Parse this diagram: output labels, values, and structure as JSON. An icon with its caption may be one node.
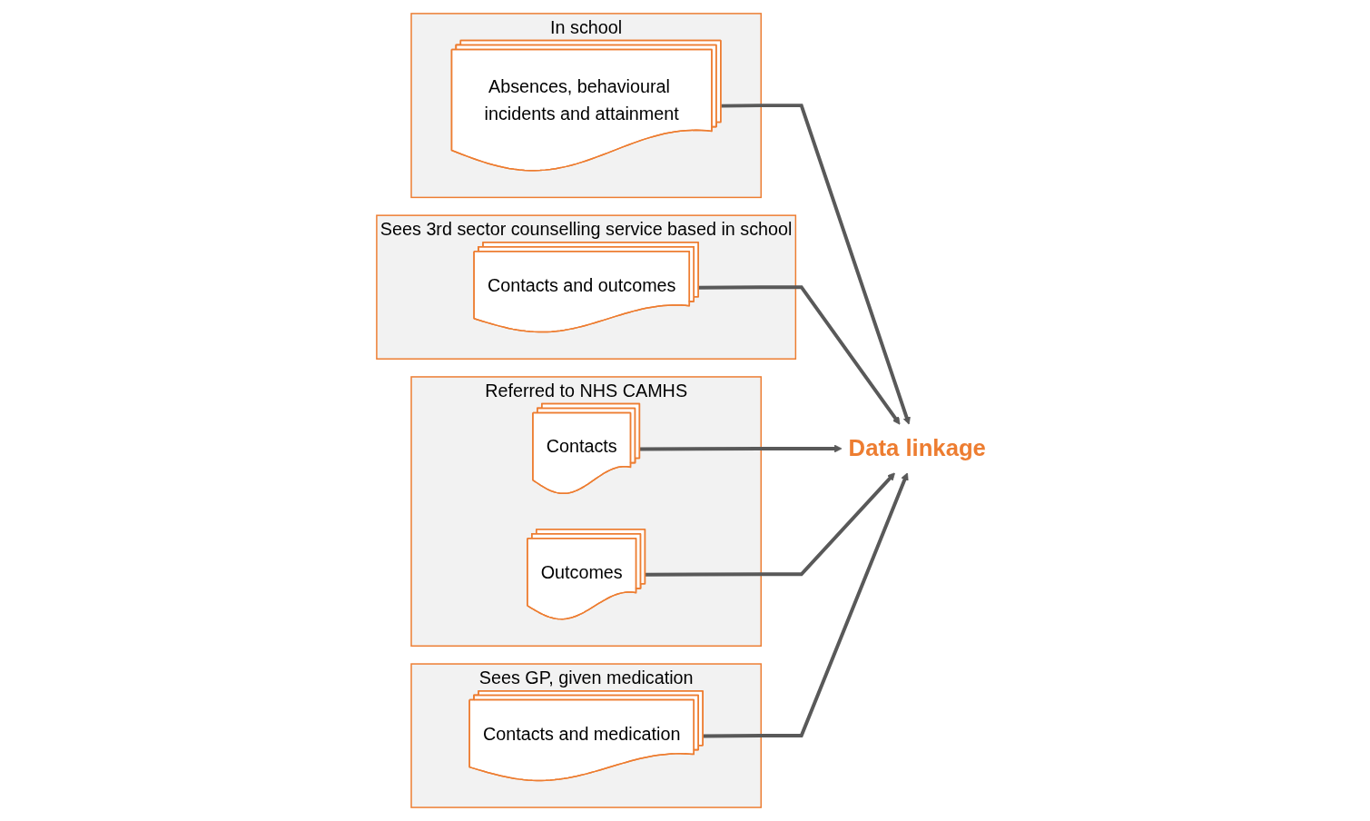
{
  "diagram": {
    "nodes": [
      {
        "text": [
          "In school"
        ]
      },
      {
        "text": [
          "Absences, behavioural incidents and attainment"
        ],
        "in": 0
      },
      {
        "text": [
          "Sees 3rd sector counselling service based in school"
        ]
      },
      {
        "text": [
          "Contacts and outcomes"
        ],
        "in": 2
      },
      {
        "text": [
          "Referred to NHS CAMHS"
        ]
      },
      {
        "text": [
          "Contacts"
        ],
        "in": 4
      },
      {
        "text": [
          "Outcomes"
        ],
        "in": 4
      },
      {
        "text": [
          "Sees GP, given medication"
        ]
      },
      {
        "text": [
          "Contacts and medication"
        ],
        "in": 7
      },
      {
        "text": [
          "Data linkage"
        ]
      }
    ],
    "edges": [
      {
        "from": 1,
        "to": 9,
        "arrow": "to"
      },
      {
        "from": 3,
        "to": 9,
        "arrow": "to"
      },
      {
        "from": 5,
        "to": 9,
        "arrow": "to"
      },
      {
        "from": 6,
        "to": 9,
        "arrow": "to"
      },
      {
        "from": 8,
        "to": 9,
        "arrow": "to"
      }
    ]
  }
}
